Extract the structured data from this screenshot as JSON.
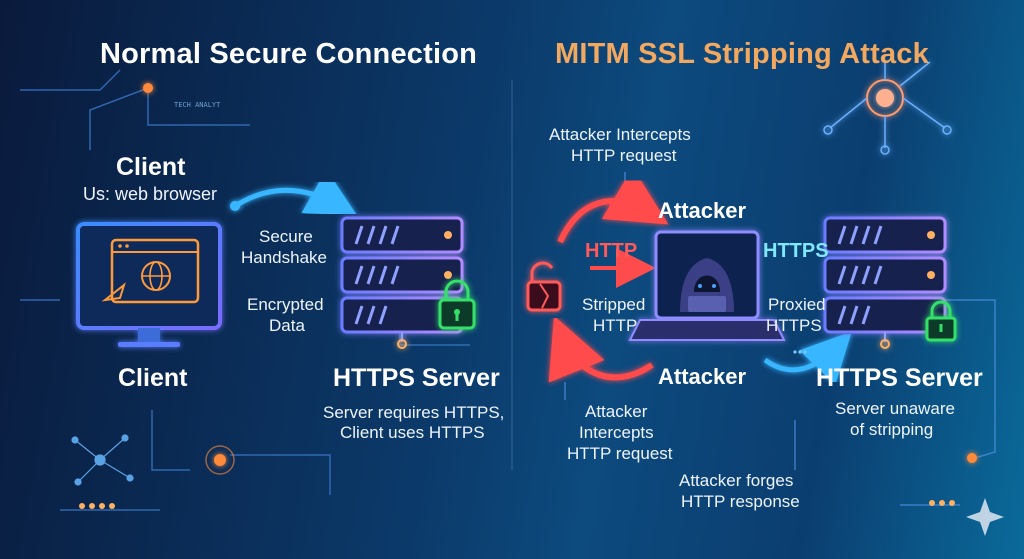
{
  "left_panel": {
    "title": "Normal Secure Connection",
    "tech_text": "TECH ANALYT",
    "client_title": "Client",
    "client_sub": "Us: web browser",
    "handshake_1": "Secure",
    "handshake_2": "Handshake",
    "data_1": "Encrypted",
    "data_2": "Data",
    "client_label": "Client",
    "server_title": "HTTPS Server",
    "server_sub_1": "Server requires HTTPS,",
    "server_sub_2": "Client uses HTTPS"
  },
  "right_panel": {
    "title": "MITM SSL Stripping Attack",
    "intercept_top_1": "Attacker Intercepts",
    "intercept_top_2": "HTTP request",
    "attacker_top": "Attacker",
    "http_label": "HTTP",
    "https_label": "HTTPS",
    "stripped_1": "Stripped",
    "stripped_2": "HTTP",
    "proxied_1": "Proxied",
    "proxied_2": "HTTPS",
    "attacker_bottom": "Attacker",
    "server_title": "HTTPS Server",
    "server_sub_1": "Server unaware",
    "server_sub_2": "of stripping",
    "intercept_bottom_1": "Attacker",
    "intercept_bottom_2": "Intercepts",
    "intercept_bottom_3": "HTTP request",
    "forge_1": "Attacker forges",
    "forge_2": "HTTP response"
  },
  "colors": {
    "accent_cyan": "#37b6ff",
    "attack_red": "#ff4b4b",
    "title_orange": "#f3a860",
    "lock_green": "#35e06a"
  }
}
